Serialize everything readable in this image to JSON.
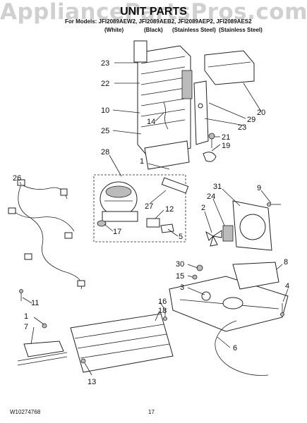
{
  "watermark": "AppliancePartsPros.com",
  "header": {
    "title": "UNIT PARTS",
    "models": "For Models: JFI2089AEW2, JFI2089AEB2, JFI2089AEP2, JFI2089AES2",
    "finishes": [
      "(White)",
      "(Black)",
      "(Stainless Steel)",
      "(Stainless Steel)"
    ]
  },
  "callouts": [
    "23",
    "22",
    "10",
    "25",
    "20",
    "29",
    "23",
    "21",
    "19",
    "14",
    "28",
    "1",
    "27",
    "12",
    "5",
    "17",
    "26",
    "31",
    "9",
    "2",
    "24",
    "8",
    "30",
    "15",
    "3",
    "4",
    "16",
    "18",
    "11",
    "1",
    "7",
    "6",
    "13"
  ],
  "footer": {
    "doc_number": "W10274768",
    "page": "17"
  }
}
